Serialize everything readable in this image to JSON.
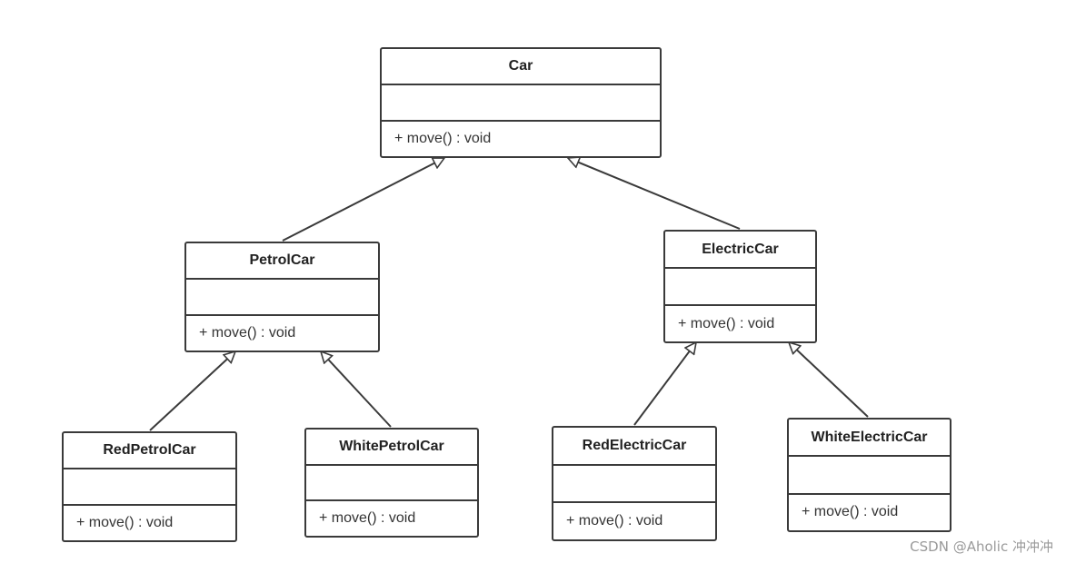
{
  "classes": {
    "car": {
      "name": "Car",
      "attributes": "",
      "operation": "+ move() : void"
    },
    "petrol_car": {
      "name": "PetrolCar",
      "attributes": "",
      "operation": "+ move() : void"
    },
    "electric_car": {
      "name": "ElectricCar",
      "attributes": "",
      "operation": "+ move() : void"
    },
    "red_petrol_car": {
      "name": "RedPetrolCar",
      "attributes": "",
      "operation": "+ move() : void"
    },
    "white_petrol_car": {
      "name": "WhitePetrolCar",
      "attributes": "",
      "operation": "+ move() : void"
    },
    "red_electric_car": {
      "name": "RedElectricCar",
      "attributes": "",
      "operation": "+ move() : void"
    },
    "white_electric_car": {
      "name": "WhiteElectricCar",
      "attributes": "",
      "operation": "+ move() : void"
    }
  },
  "relations": [
    {
      "type": "generalization",
      "from": "PetrolCar",
      "to": "Car"
    },
    {
      "type": "generalization",
      "from": "ElectricCar",
      "to": "Car"
    },
    {
      "type": "generalization",
      "from": "RedPetrolCar",
      "to": "PetrolCar"
    },
    {
      "type": "generalization",
      "from": "WhitePetrolCar",
      "to": "PetrolCar"
    },
    {
      "type": "generalization",
      "from": "RedElectricCar",
      "to": "ElectricCar"
    },
    {
      "type": "generalization",
      "from": "WhiteElectricCar",
      "to": "ElectricCar"
    }
  ],
  "watermark": "CSDN @Aholic    冲冲冲",
  "colors": {
    "stroke": "#3a3a3a",
    "text": "#222222",
    "watermark": "#9a9a9a"
  }
}
